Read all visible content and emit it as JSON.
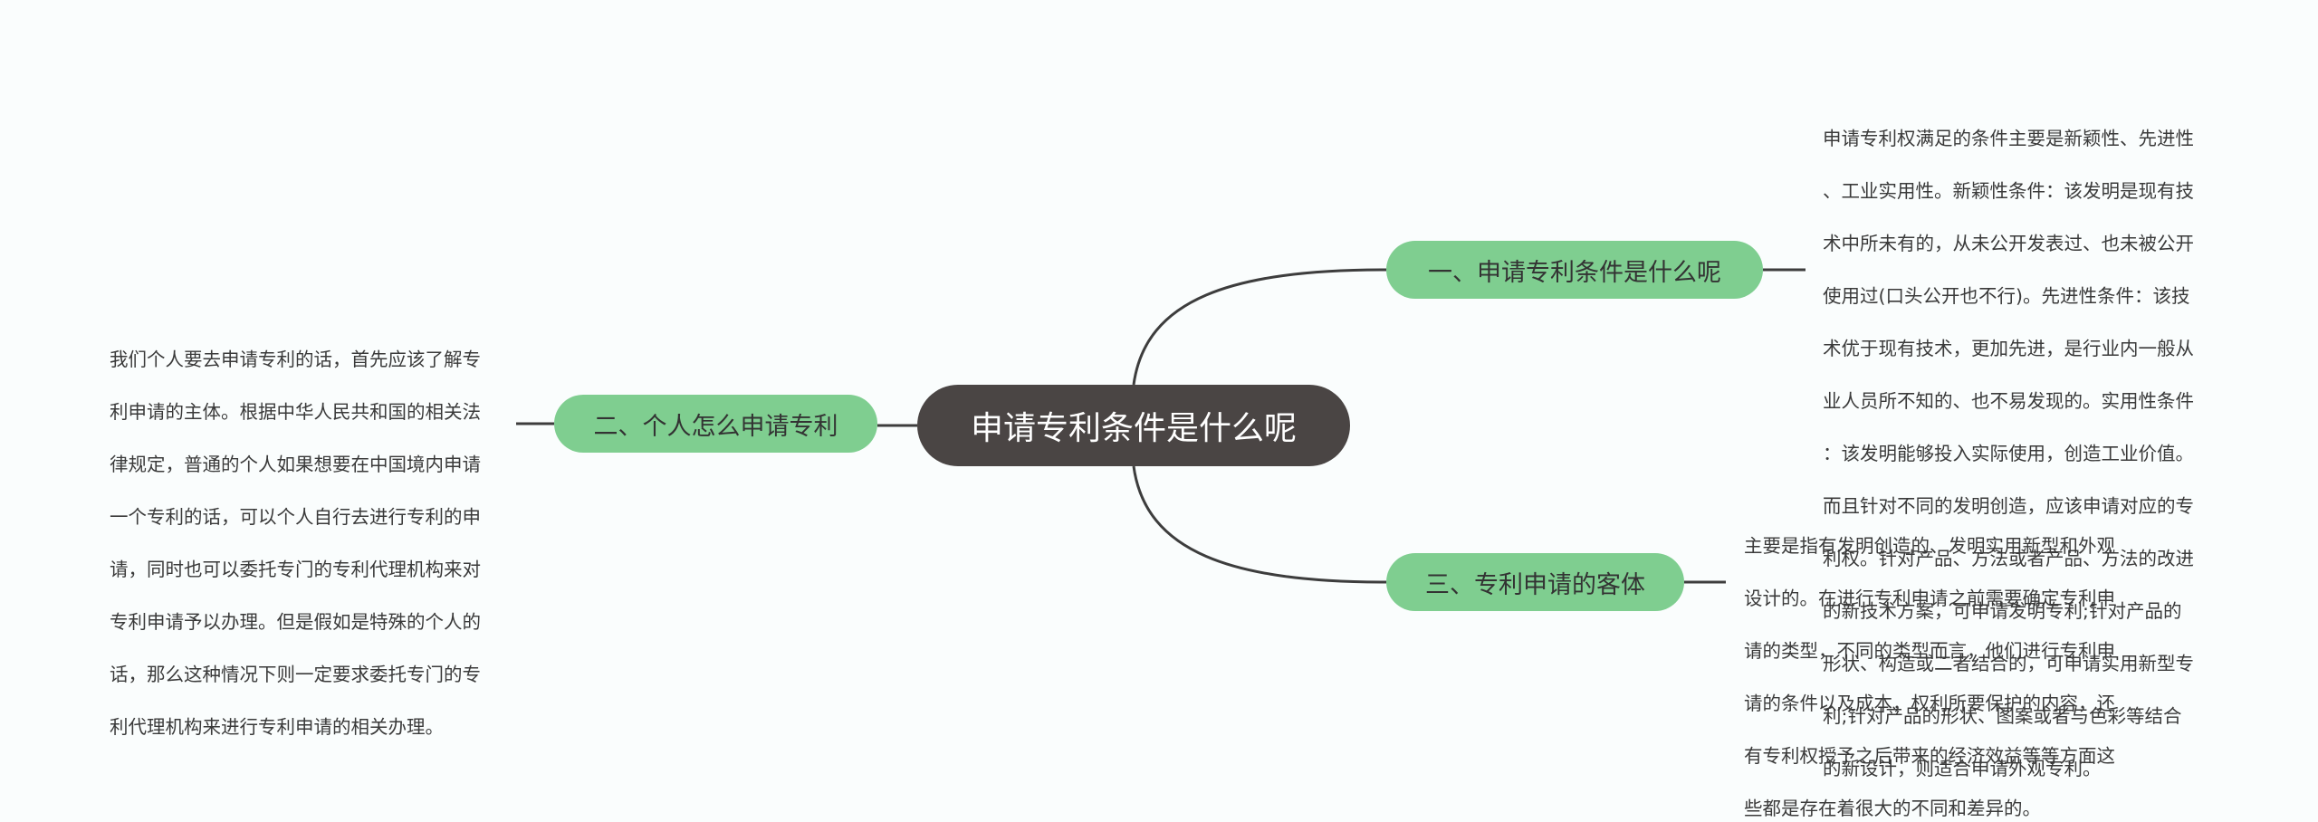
{
  "root": {
    "label": "申请专利条件是什么呢"
  },
  "branches": [
    {
      "label": "一、申请专利条件是什么呢",
      "detail_lines": [
        "申请专利权满足的条件主要是新颖性、先进性",
        "、工业实用性。新颖性条件：该发明是现有技",
        "术中所未有的，从未公开发表过、也未被公开",
        "使用过(口头公开也不行)。先进性条件：该技",
        "术优于现有技术，更加先进，是行业内一般从",
        "业人员所不知的、也不易发现的。实用性条件",
        "：该发明能够投入实际使用，创造工业价值。",
        "而且针对不同的发明创造，应该申请对应的专",
        "利权。针对产品、方法或者产品、方法的改进",
        "的新技术方案，可申请发明专利;针对产品的",
        "形状、构造或二者结合的，可申请实用新型专",
        "利;针对产品的形状、图案或者与色彩等结合",
        "的新设计，则适合申请外观专利。"
      ]
    },
    {
      "label": "二、个人怎么申请专利",
      "detail_lines": [
        "我们个人要去申请专利的话，首先应该了解专",
        "利申请的主体。根据中华人民共和国的相关法",
        "律规定，普通的个人如果想要在中国境内申请",
        "一个专利的话，可以个人自行去进行专利的申",
        "请，同时也可以委托专门的专利代理机构来对",
        "专利申请予以办理。但是假如是特殊的个人的",
        "话，那么这种情况下则一定要求委托专门的专",
        "利代理机构来进行专利申请的相关办理。"
      ]
    },
    {
      "label": "三、专利申请的客体",
      "detail_lines": [
        "主要是指有发明创造的、发明实用新型和外观",
        "设计的。在进行专利申请之前需要确定专利申",
        "请的类型，不同的类型而言，他们进行专利申",
        "请的条件以及成本，权利所要保护的内容，还",
        "有专利权授予之后带来的经济效益等等方面这",
        "些都是存在着很大的不同和差异的。"
      ]
    }
  ],
  "colors": {
    "background": "#fafdfd",
    "root_fill": "#4a4544",
    "root_text": "#ffffff",
    "branch_fill": "#7fce90",
    "branch_text": "#333333",
    "connector": "#3d3d3d",
    "detail_text": "#3a3a3a"
  }
}
